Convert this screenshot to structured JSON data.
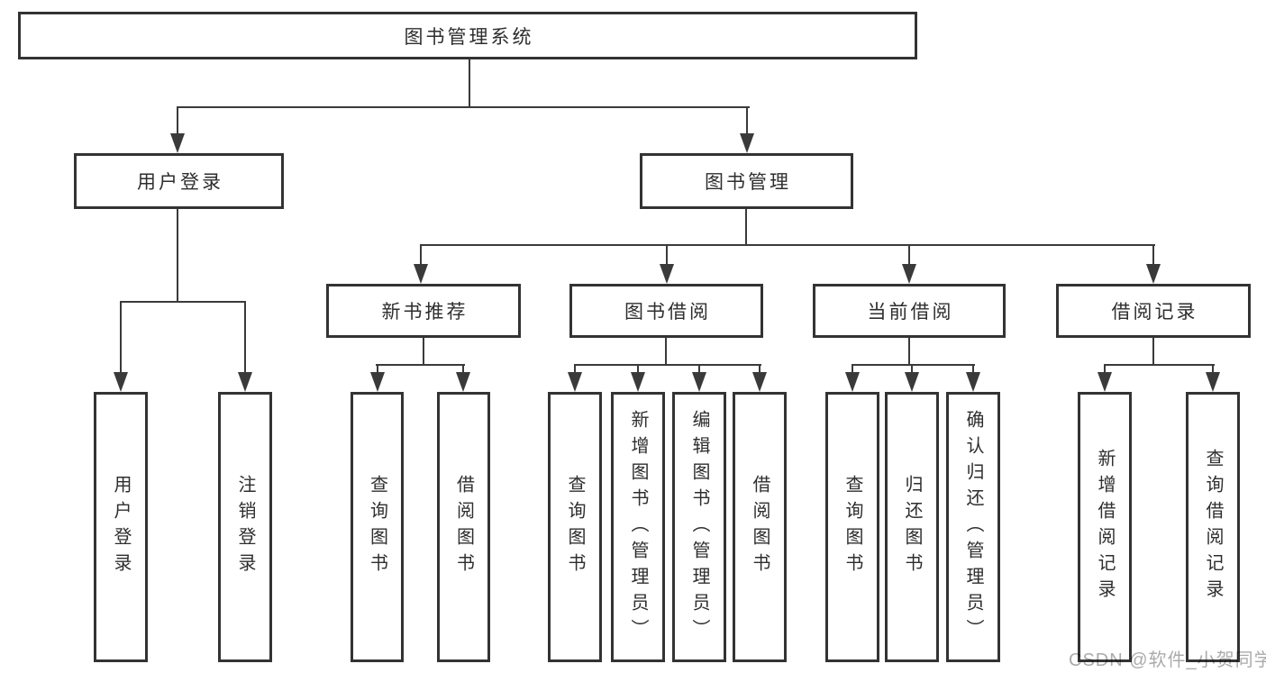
{
  "root": {
    "label": "图书管理系统"
  },
  "level2": {
    "user_login": {
      "label": "用户登录"
    },
    "book_mgmt": {
      "label": "图书管理"
    }
  },
  "level3": {
    "new_books": {
      "label": "新书推荐"
    },
    "book_borrow": {
      "label": "图书借阅"
    },
    "current_borrow": {
      "label": "当前借阅"
    },
    "borrow_records": {
      "label": "借阅记录"
    }
  },
  "leaves": {
    "user_login": [
      "用户登录",
      "注销登录"
    ],
    "new_books": [
      "查询图书",
      "借阅图书"
    ],
    "book_borrow": [
      "查询图书",
      "新增图书（管理员）",
      "编辑图书（管理员）",
      "借阅图书"
    ],
    "current_borrow": [
      "查询图书",
      "归还图书",
      "确认归还（管理员）"
    ],
    "borrow_records": [
      "新增借阅记录",
      "查询借阅记录"
    ]
  },
  "watermark": {
    "text": "CSDN @软件_小贺同学"
  },
  "colors": {
    "line": "#3a3a3a",
    "border": "#333333",
    "text": "#2e2e2e",
    "watermark": "#ababab",
    "background": "#ffffff"
  }
}
